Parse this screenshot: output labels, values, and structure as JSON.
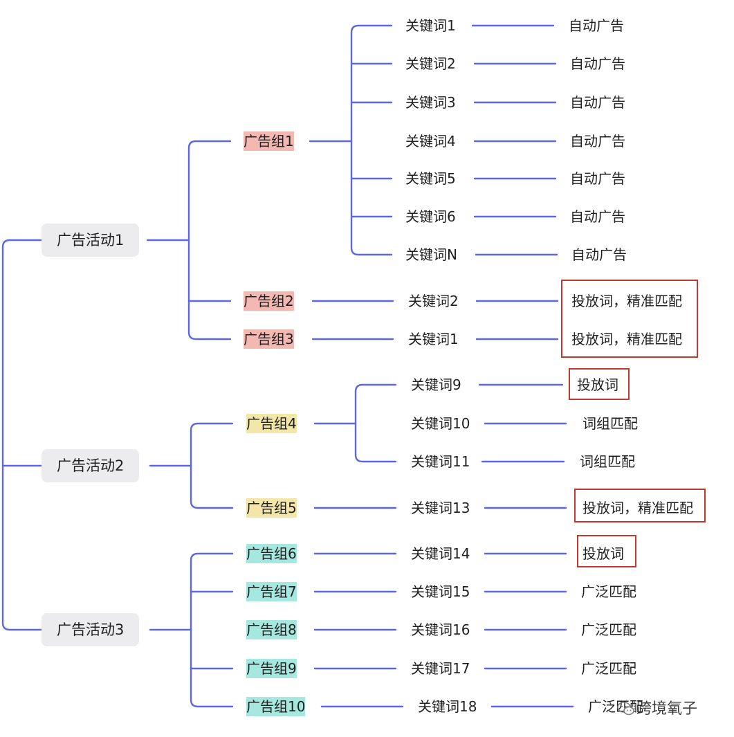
{
  "theme": {
    "line": "#5b67e8",
    "highlight_box": "#c0392b",
    "group_red": "#f3b8b2",
    "group_yellow": "#f2e6a8",
    "group_teal": "#a6e8df"
  },
  "campaigns": [
    {
      "label": "广告活动1",
      "groups": [
        {
          "label": "广告组1",
          "color": "red",
          "keywords": [
            {
              "keyword": "关键词1",
              "match": "自动广告"
            },
            {
              "keyword": "关键词2",
              "match": "自动广告"
            },
            {
              "keyword": "关键词3",
              "match": "自动广告"
            },
            {
              "keyword": "关键词4",
              "match": "自动广告"
            },
            {
              "keyword": "关键词5",
              "match": "自动广告"
            },
            {
              "keyword": "关键词6",
              "match": "自动广告"
            },
            {
              "keyword": "关键词N",
              "match": "自动广告"
            }
          ]
        },
        {
          "label": "广告组2",
          "color": "red",
          "keywords": [
            {
              "keyword": "关键词2",
              "match": "投放词，精准匹配"
            }
          ]
        },
        {
          "label": "广告组3",
          "color": "red",
          "keywords": [
            {
              "keyword": "关键词1",
              "match": "投放词，精准匹配"
            }
          ]
        }
      ]
    },
    {
      "label": "广告活动2",
      "groups": [
        {
          "label": "广告组4",
          "color": "yellow",
          "keywords": [
            {
              "keyword": "关键词9",
              "match": "投放词"
            },
            {
              "keyword": "关键词10",
              "match": "词组匹配"
            },
            {
              "keyword": "关键词11",
              "match": "词组匹配"
            }
          ]
        },
        {
          "label": "广告组5",
          "color": "yellow",
          "keywords": [
            {
              "keyword": "关键词13",
              "match": "投放词，精准匹配"
            }
          ]
        }
      ]
    },
    {
      "label": "广告活动3",
      "groups": [
        {
          "label": "广告组6",
          "color": "teal",
          "keywords": [
            {
              "keyword": "关键词14",
              "match": "投放词"
            }
          ]
        },
        {
          "label": "广告组7",
          "color": "teal",
          "keywords": [
            {
              "keyword": "关键词15",
              "match": "广泛匹配"
            }
          ]
        },
        {
          "label": "广告组8",
          "color": "teal",
          "keywords": [
            {
              "keyword": "关键词16",
              "match": "广泛匹配"
            }
          ]
        },
        {
          "label": "广告组9",
          "color": "teal",
          "keywords": [
            {
              "keyword": "关键词17",
              "match": "广泛匹配"
            }
          ]
        },
        {
          "label": "广告组10",
          "color": "teal",
          "keywords": [
            {
              "keyword": "关键词18",
              "match": "广泛匹配"
            }
          ]
        }
      ]
    }
  ],
  "watermark": {
    "text": "跨境氧子",
    "icon": "wechat-icon"
  }
}
